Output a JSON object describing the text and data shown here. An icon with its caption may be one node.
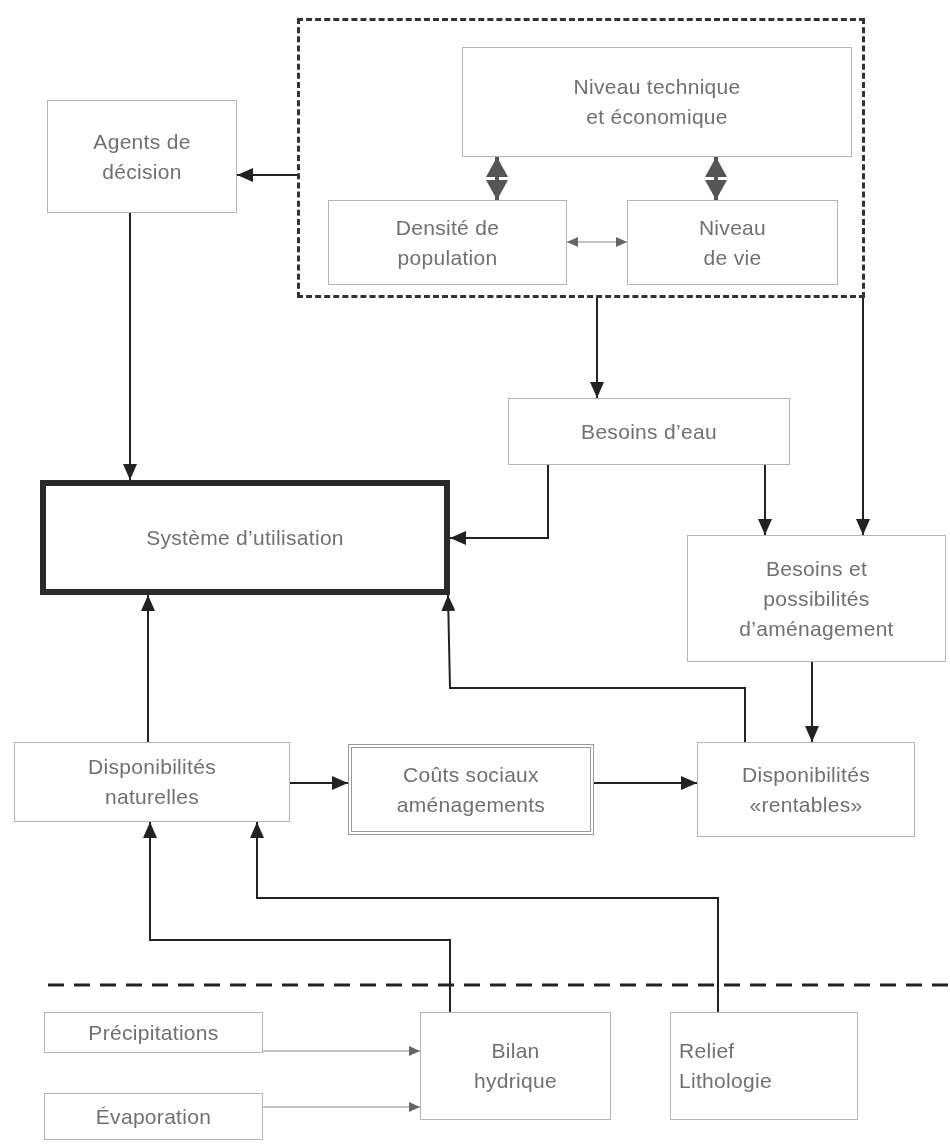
{
  "diagram": {
    "nodes": [
      {
        "text": [],
        "shape": "box"
      },
      {
        "text": [
          "Niveau technique et économique"
        ],
        "in": 0
      },
      {
        "text": [
          "Densité de population"
        ],
        "in": 0
      },
      {
        "text": [
          "Niveau de vie"
        ],
        "in": 0
      },
      {
        "text": [
          "Agents de décision"
        ]
      },
      {
        "text": [
          "Besoins d’eau"
        ]
      },
      {
        "text": [
          "Système d’utilisation"
        ]
      },
      {
        "text": [
          "Besoins et possibilités d’aménagement"
        ]
      },
      {
        "text": [
          "Disponibilités naturelles"
        ]
      },
      {
        "text": [
          "Coûts sociaux aménagements"
        ]
      },
      {
        "text": [
          "Disponibilités «rentables»"
        ]
      },
      {
        "text": [
          "Précipitations"
        ]
      },
      {
        "text": [
          "Évaporation"
        ]
      },
      {
        "text": [
          "Bilan hydrique"
        ]
      },
      {
        "text": [
          "Relief Lithologie"
        ]
      }
    ],
    "edges": [
      {
        "from": 0,
        "to": 4,
        "arrow": "to"
      },
      {
        "from": 1,
        "to": 2,
        "arrow": "both",
        "style": "thick"
      },
      {
        "from": 1,
        "to": 3,
        "arrow": "both",
        "style": "thick"
      },
      {
        "from": 2,
        "to": 3,
        "arrow": "both",
        "color": "#888888"
      },
      {
        "from": 4,
        "to": 6,
        "arrow": "to"
      },
      {
        "from": 0,
        "to": 5,
        "arrow": "to"
      },
      {
        "from": 0,
        "to": 7,
        "arrow": "to"
      },
      {
        "from": 5,
        "to": 6,
        "arrow": "to"
      },
      {
        "from": 5,
        "to": 7,
        "arrow": "to"
      },
      {
        "from": 7,
        "to": 10,
        "arrow": "to"
      },
      {
        "from": 10,
        "to": 6,
        "arrow": "to"
      },
      {
        "from": 8,
        "to": 6,
        "arrow": "to"
      },
      {
        "from": 8,
        "to": 9,
        "arrow": "to"
      },
      {
        "from": 9,
        "to": 10,
        "arrow": "to"
      },
      {
        "from": 13,
        "to": 8,
        "arrow": "to"
      },
      {
        "from": 14,
        "to": 8,
        "arrow": "to"
      },
      {
        "from": 11,
        "to": 13,
        "arrow": "to",
        "color": "#888888"
      },
      {
        "from": 12,
        "to": 13,
        "arrow": "to",
        "color": "#888888"
      }
    ]
  }
}
